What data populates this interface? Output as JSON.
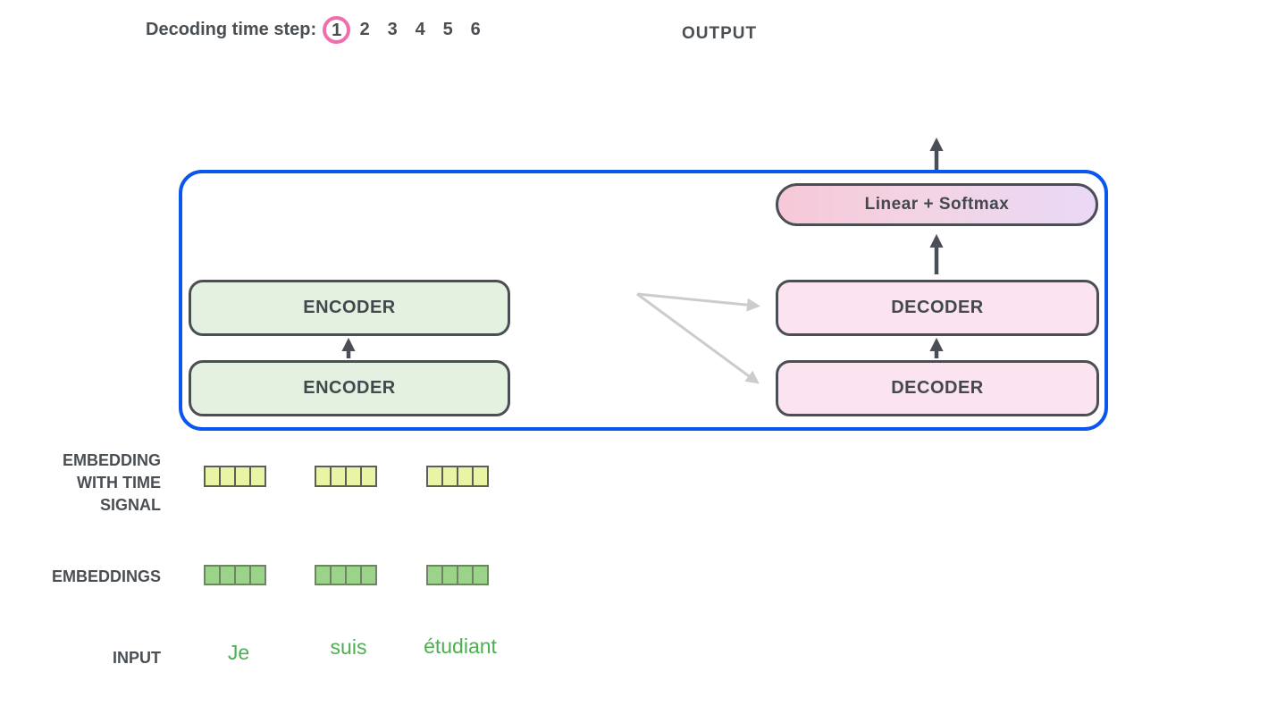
{
  "header": {
    "decoding_label": "Decoding time step:",
    "steps": [
      "1",
      "2",
      "3",
      "4",
      "5",
      "6"
    ],
    "active_step": "1",
    "output_label": "OUTPUT"
  },
  "model": {
    "encoders": [
      "ENCODER",
      "ENCODER"
    ],
    "decoders": [
      "DECODER",
      "DECODER"
    ],
    "linear_softmax_label": "Linear + Softmax"
  },
  "side_labels": {
    "time_signal_lines": [
      "EMBEDDING",
      "WITH TIME",
      "SIGNAL"
    ],
    "embeddings_label": "EMBEDDINGS",
    "input_label": "INPUT"
  },
  "input": {
    "tokens": [
      "Je",
      "suis",
      "étudiant"
    ]
  },
  "embeddings": {
    "token_count": 3,
    "cells_per_token": 4
  },
  "colors": {
    "container_border_blue": "#0b57ee",
    "active_step_circle_pink": "#ee6fad",
    "encoder_fill": "#e4f1e0",
    "decoder_fill": "#fbe4ef",
    "linear_softmax_gradient": [
      "#f6c8d8",
      "#e9d8f7"
    ],
    "time_signal_cell_fill": "#e9f5a5",
    "embedding_cell_fill": "#9bd488",
    "input_token_green": "#4caf50",
    "arrow_dark": "#4a4f55",
    "arrow_gray": "#cccccc",
    "text_dark": "#4a4f54"
  }
}
